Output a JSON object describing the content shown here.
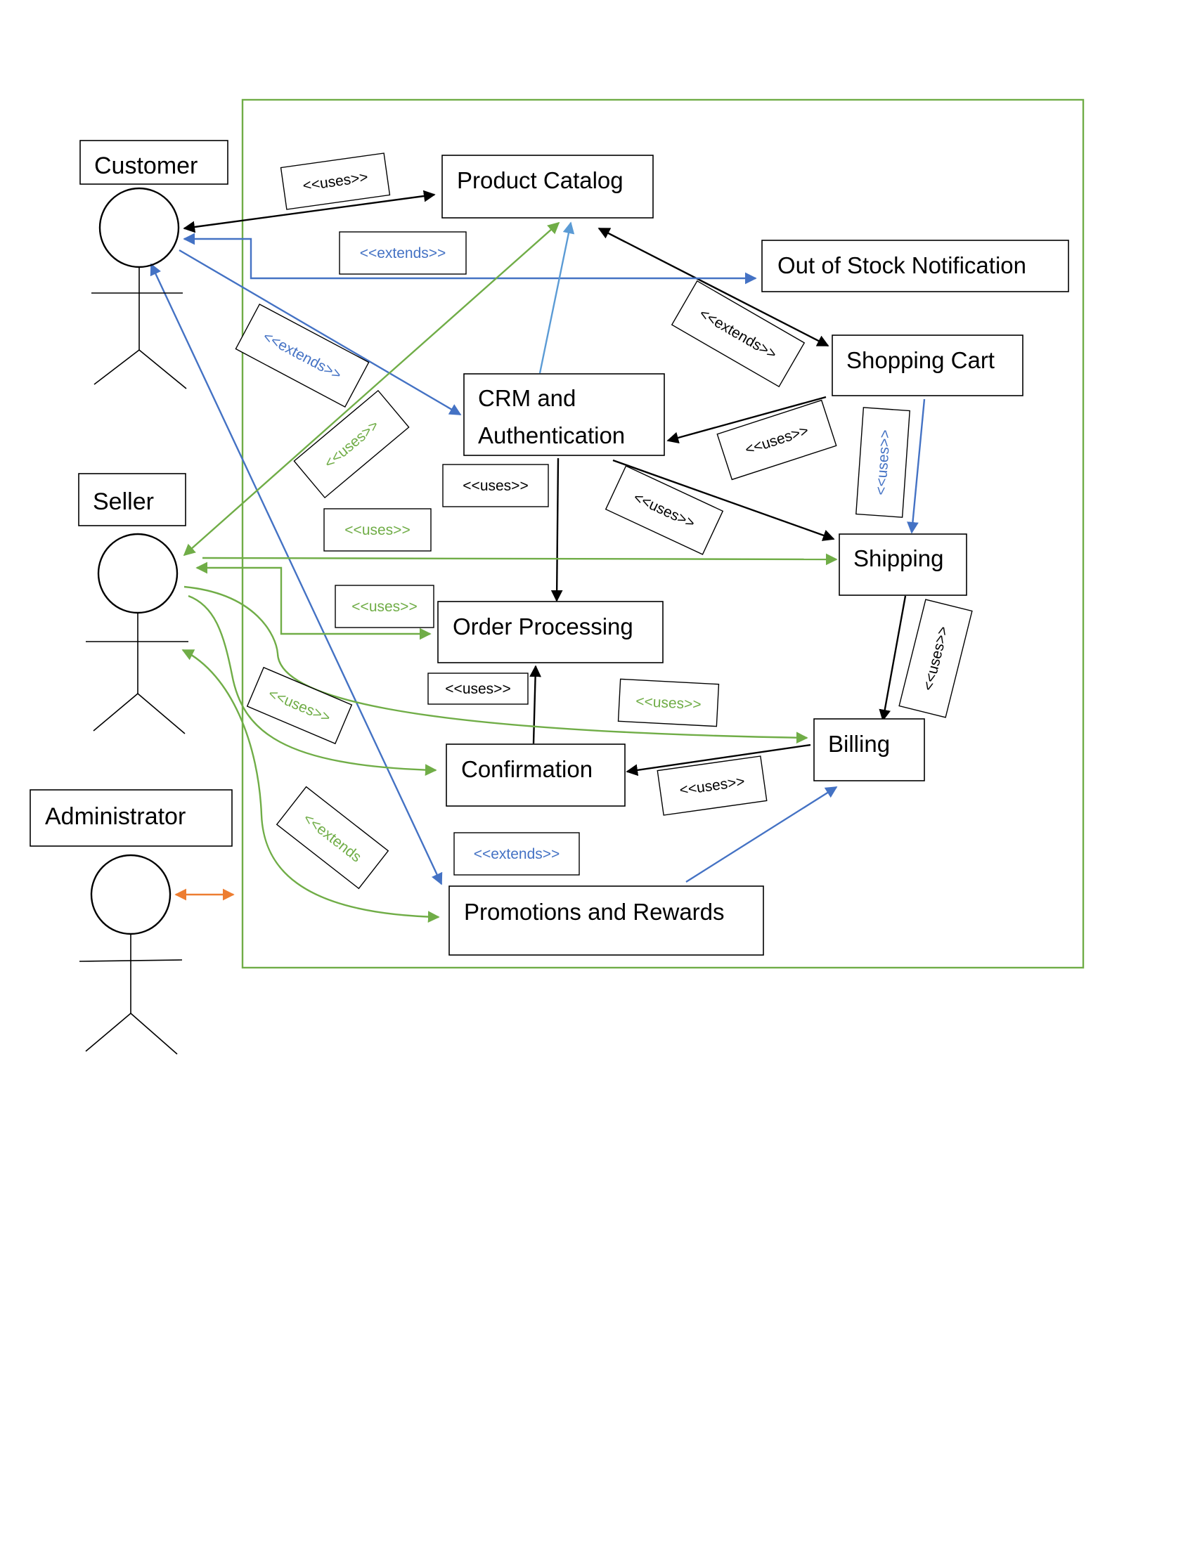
{
  "colors": {
    "black": "#000000",
    "blue": "#4472c4",
    "light_blue": "#5b9bd5",
    "green": "#70ad47",
    "orange": "#ed7d31",
    "system_border": "#70ad47"
  },
  "actors": {
    "customer": "Customer",
    "seller": "Seller",
    "administrator": "Administrator"
  },
  "use_cases": {
    "product_catalog": "Product Catalog",
    "out_of_stock": "Out of Stock Notification",
    "shopping_cart": "Shopping Cart",
    "crm_line1": "CRM and",
    "crm_line2": "Authentication",
    "shipping": "Shipping",
    "order_processing": "Order Processing",
    "billing": "Billing",
    "confirmation": "Confirmation",
    "promotions": "Promotions and Rewards"
  },
  "labels": {
    "uses_customer_catalog": "<<uses>>",
    "extends_customer_outofstock": "<<extends>>",
    "extends_catalog_cart": "<<extends>>",
    "extends_customer_crm": "<<extends>>",
    "uses_seller_catalog": "<<uses>>",
    "uses_crm_order": "<<uses>>",
    "uses_cart_crm": "<<uses>>",
    "uses_cart_shipping": "<<uses>>",
    "uses_crm_shipping": "<<uses>>",
    "uses_seller_shipping": "<<uses>>",
    "uses_seller_order": "<<uses>>",
    "uses_shipping_billing": "<<uses>>",
    "uses_confirmation_order": "<<uses>>",
    "uses_seller_billing": "<<uses>>",
    "uses_seller_confirmation": "<<uses>>",
    "uses_billing_confirmation": "<<uses>>",
    "extends_seller_promotions": "<<extends",
    "extends_promotions_billing": "<<extends>>"
  }
}
